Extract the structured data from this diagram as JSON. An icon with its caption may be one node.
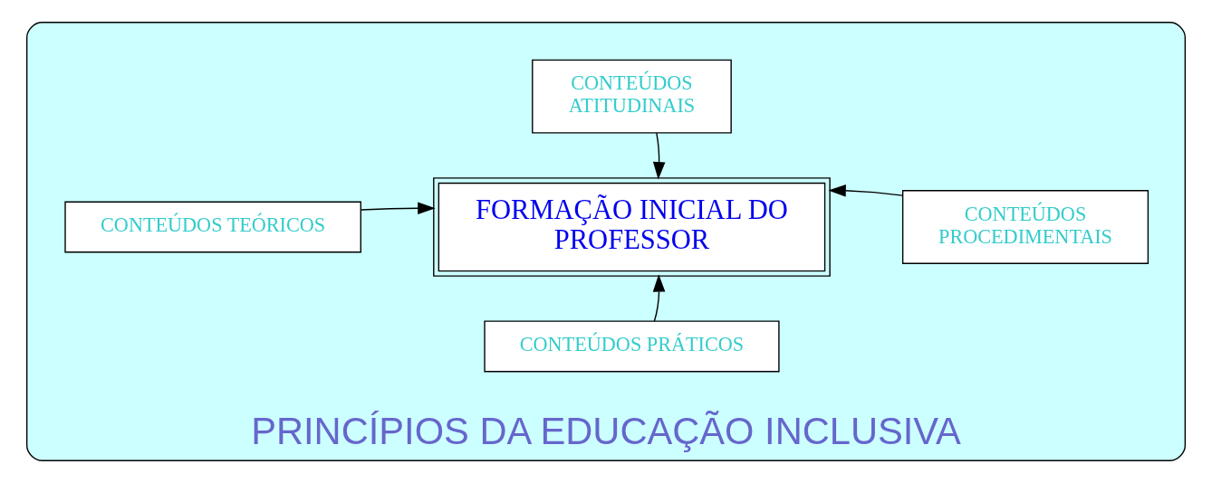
{
  "diagram": {
    "nodes": [
      {
        "text": [
          "PRINCÍPIOS DA EDUCAÇÃO INCLUSIVA"
        ]
      },
      {
        "text": [
          "CONTEÚDOS ATITUDINAIS"
        ],
        "in": 0
      },
      {
        "text": [
          "CONTEÚDOS TEÓRICOS"
        ],
        "in": 0
      },
      {
        "text": [
          "FORMAÇÃO INICIAL DO PROFESSOR"
        ],
        "in": 0
      },
      {
        "text": [
          "CONTEÚDOS PROCEDIMENTAIS"
        ],
        "in": 0
      },
      {
        "text": [
          "CONTEÚDOS PRÁTICOS"
        ],
        "in": 0
      }
    ],
    "edges": [
      {
        "from": 1,
        "to": 3,
        "arrow": "to"
      },
      {
        "from": 2,
        "to": 3,
        "arrow": "to"
      },
      {
        "from": 4,
        "to": 3,
        "arrow": "to"
      },
      {
        "from": 5,
        "to": 3,
        "arrow": "to"
      }
    ]
  }
}
